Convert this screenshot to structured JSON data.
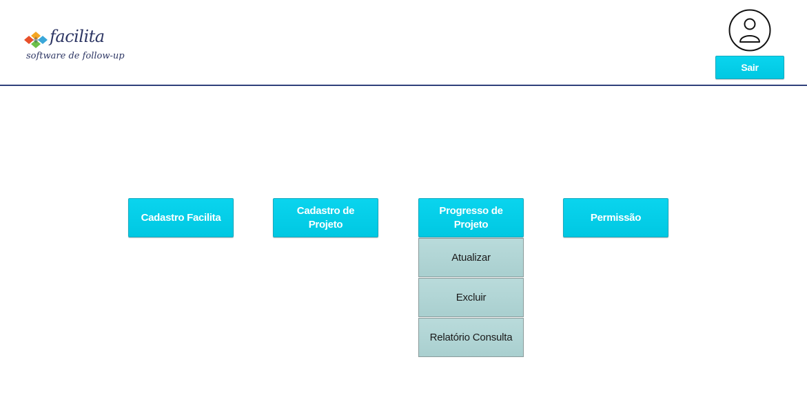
{
  "header": {
    "logo": {
      "name": "facilita",
      "tagline": "software de follow-up",
      "colors": [
        "#e8502a",
        "#f5a623",
        "#3aa7d9",
        "#6cc04a"
      ]
    },
    "user_icon": "user-avatar-icon",
    "logout_label": "Sair"
  },
  "menu": {
    "items": [
      {
        "label": "Cadastro Facilita"
      },
      {
        "label": "Cadastro de Projeto"
      },
      {
        "label": "Progresso de Projeto"
      },
      {
        "label": "Permissão"
      }
    ],
    "submenu": [
      {
        "label": "Atualizar"
      },
      {
        "label": "Excluir"
      },
      {
        "label": "Relatório Consulta"
      }
    ]
  },
  "colors": {
    "accent": "#00c8e2",
    "header_rule": "#2e3f7a",
    "submenu_bg": "#aed3d3"
  }
}
